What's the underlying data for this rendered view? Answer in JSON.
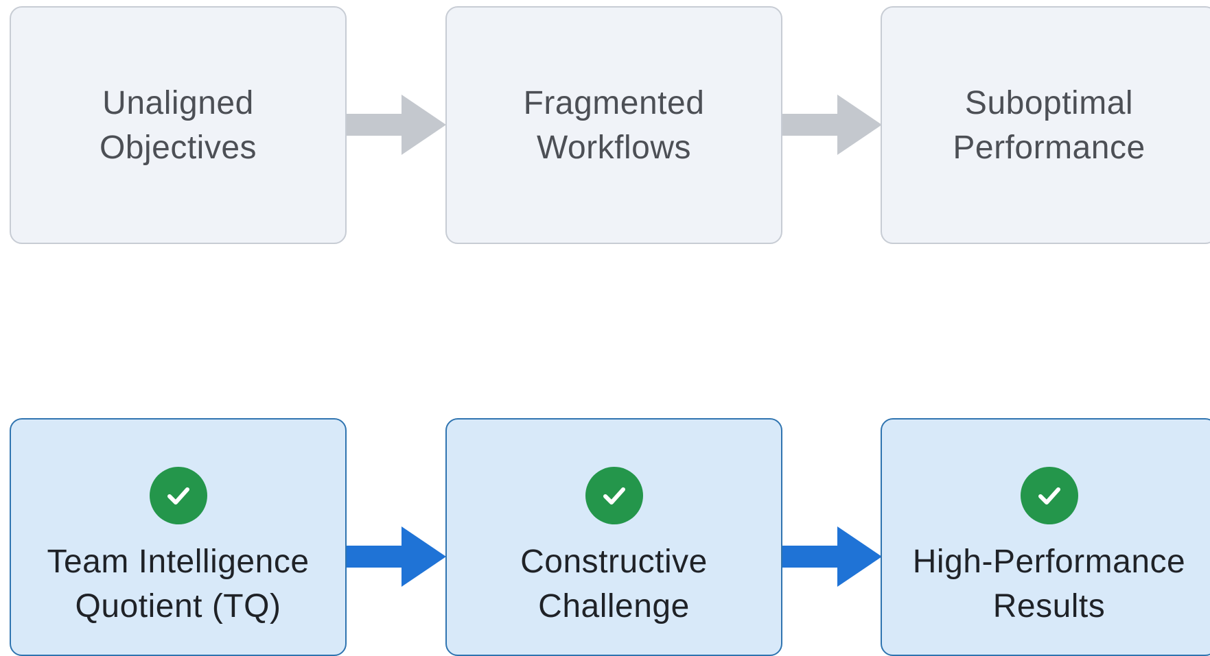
{
  "colors": {
    "problem_fill": "#f0f3f8",
    "problem_border": "#c7ccd4",
    "problem_arrow": "#c4c8ce",
    "solution_fill": "#d8e9f9",
    "solution_border": "#2f74b0",
    "solution_arrow": "#1f73d6",
    "check_green": "#24964b"
  },
  "problem_flow": {
    "steps": [
      {
        "line1": "Unaligned",
        "line2": "Objectives"
      },
      {
        "line1": "Fragmented",
        "line2": "Workflows"
      },
      {
        "line1": "Suboptimal",
        "line2": "Performance"
      }
    ]
  },
  "solution_flow": {
    "step_icon": "check-circle-icon",
    "steps": [
      {
        "line1": "Team Intelligence",
        "line2": "Quotient (TQ)"
      },
      {
        "line1": "Constructive",
        "line2": "Challenge"
      },
      {
        "line1": "High-Performance",
        "line2": "Results"
      }
    ]
  }
}
